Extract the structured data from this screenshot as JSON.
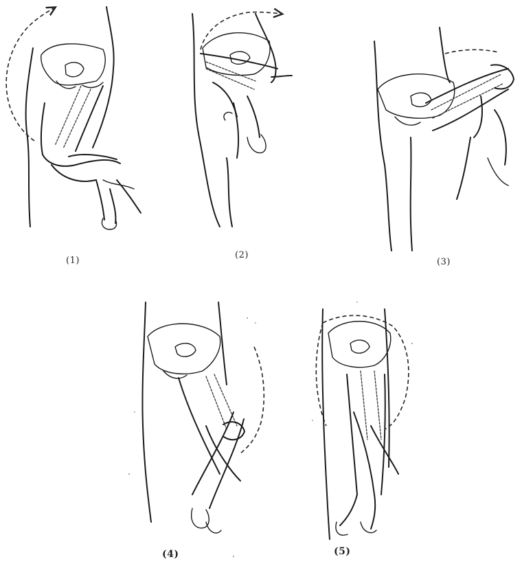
{
  "panels": [
    {
      "id": "p1",
      "label": "(1)"
    },
    {
      "id": "p2",
      "label": "(2)"
    },
    {
      "id": "p3",
      "label": "(3)"
    },
    {
      "id": "p4",
      "label": "(4)"
    },
    {
      "id": "p5",
      "label": "(5)"
    }
  ]
}
